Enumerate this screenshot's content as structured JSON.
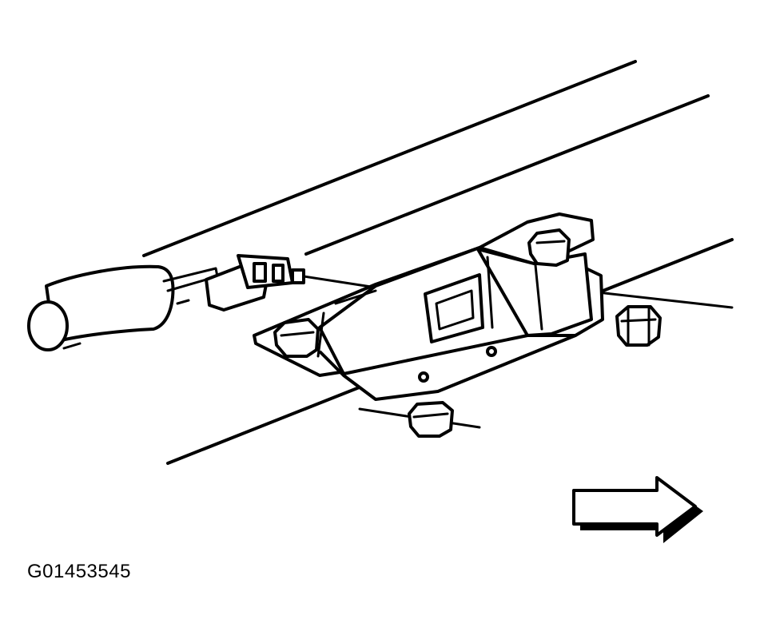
{
  "figure": {
    "code": "G01453545",
    "parts": [
      "harness-connector",
      "wiring-conduit",
      "module",
      "mounting-nut",
      "forward-arrow"
    ]
  }
}
